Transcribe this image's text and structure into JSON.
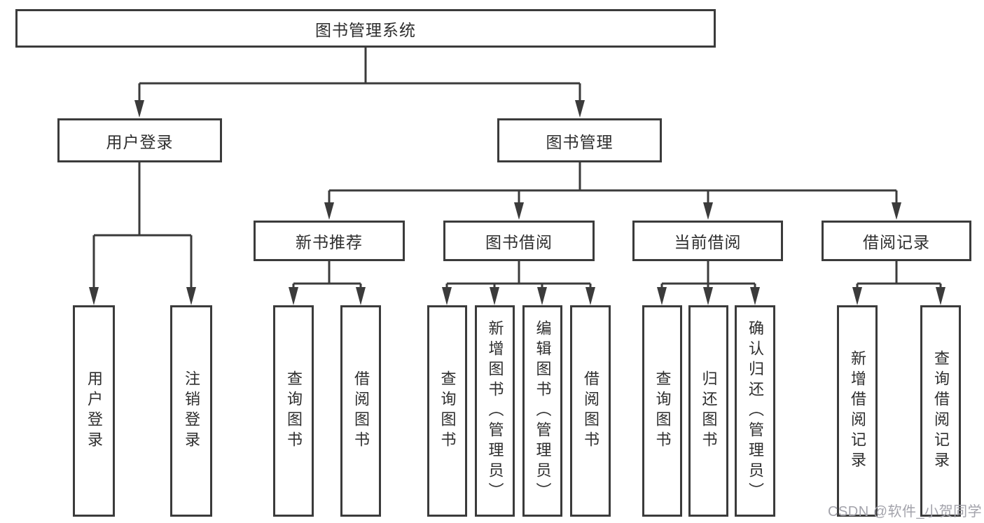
{
  "tree": {
    "label": "图书管理系统",
    "children": [
      {
        "label": "用户登录",
        "children": [
          {
            "label": "用户登录"
          },
          {
            "label": "注销登录"
          }
        ]
      },
      {
        "label": "图书管理",
        "children": [
          {
            "label": "新书推荐",
            "children": [
              {
                "label": "查询图书"
              },
              {
                "label": "借阅图书"
              }
            ]
          },
          {
            "label": "图书借阅",
            "children": [
              {
                "label": "查询图书"
              },
              {
                "label": "新增图书（管理员）"
              },
              {
                "label": "编辑图书（管理员）"
              },
              {
                "label": "借阅图书"
              }
            ]
          },
          {
            "label": "当前借阅",
            "children": [
              {
                "label": "查询图书"
              },
              {
                "label": "归还图书"
              },
              {
                "label": "确认归还（管理员）"
              }
            ]
          },
          {
            "label": "借阅记录",
            "children": [
              {
                "label": "新增借阅记录"
              },
              {
                "label": "查询借阅记录"
              }
            ]
          }
        ]
      }
    ]
  },
  "watermark": "CSDN @软件_小贺同学",
  "colors": {
    "line": "#3b3b3b",
    "text": "#2e2e2e",
    "watermark": "#a3a3ab"
  }
}
